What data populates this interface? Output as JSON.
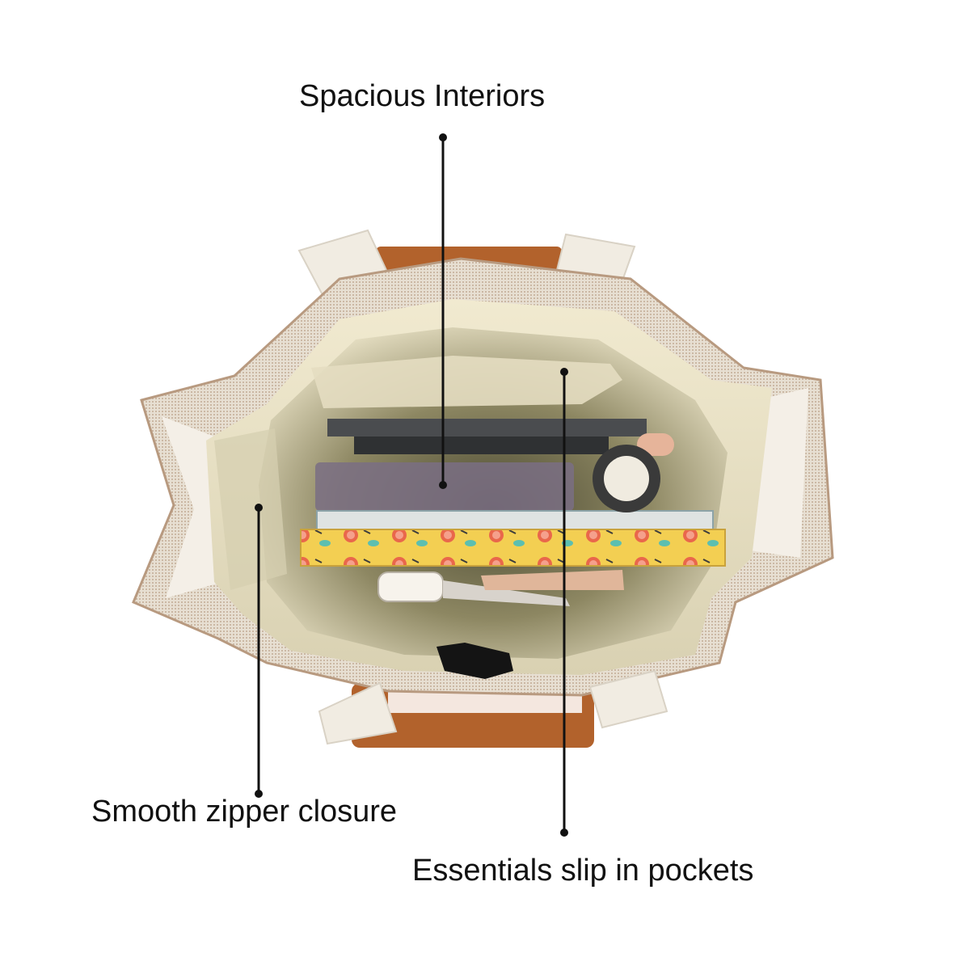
{
  "callouts": {
    "spacious": "Spacious Interiors",
    "zipper": "Smooth zipper closure",
    "pockets": "Essentials slip in pockets"
  },
  "colors": {
    "canvas_beige": "#e9e2d6",
    "canvas_edge": "#b89a80",
    "lining": "#efe8cc",
    "lining_shadow": "#6f6a4a",
    "leather_tan": "#b2622c",
    "strap_cream": "#f1ece2",
    "leader_line": "#111111"
  },
  "icons": {
    "bag": "tote-bag-top-view"
  }
}
